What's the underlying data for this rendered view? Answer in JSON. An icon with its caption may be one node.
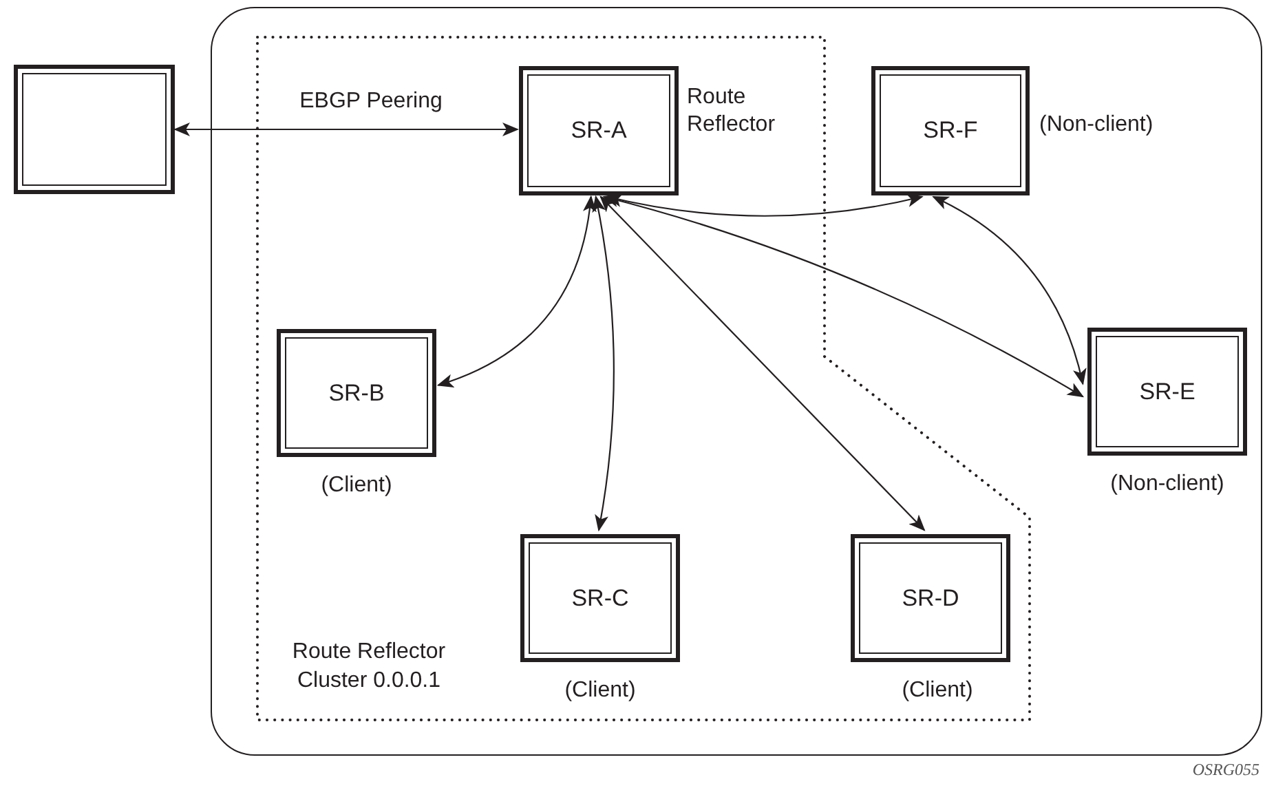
{
  "diagram": {
    "nodes": [
      {
        "text": [],
        "shape": "box"
      },
      {
        "text": [
          "Route Reflector Cluster 0.0.0.1"
        ],
        "in": 0
      },
      {
        "text": [],
        "shape": "box"
      },
      {
        "text": [
          "SR-A"
        ],
        "in": 1,
        "beside": [
          "Route Reflector"
        ]
      },
      {
        "text": [
          "SR-F"
        ],
        "in": 0,
        "beside": [
          "(Non-client)"
        ]
      },
      {
        "text": [
          "SR-B"
        ],
        "in": 1,
        "beside": [
          "(Client)"
        ]
      },
      {
        "text": [
          "SR-E"
        ],
        "in": 0,
        "beside": [
          "(Non-client)"
        ]
      },
      {
        "text": [
          "SR-C"
        ],
        "in": 1,
        "beside": [
          "(Client)"
        ]
      },
      {
        "text": [
          "SR-D"
        ],
        "in": 1,
        "beside": [
          "(Client)"
        ]
      }
    ],
    "edges": [
      {
        "from": 2,
        "to": 3,
        "arrow": "both",
        "label": "EBGP Peering"
      },
      {
        "from": 3,
        "to": 5,
        "arrow": "both"
      },
      {
        "from": 3,
        "to": 7,
        "arrow": "both"
      },
      {
        "from": 3,
        "to": 8,
        "arrow": "both"
      },
      {
        "from": 3,
        "to": 4,
        "arrow": "both"
      },
      {
        "from": 3,
        "to": 6,
        "arrow": "both"
      },
      {
        "from": 4,
        "to": 6,
        "arrow": "both"
      }
    ],
    "labels": [
      "OSRG055"
    ]
  }
}
